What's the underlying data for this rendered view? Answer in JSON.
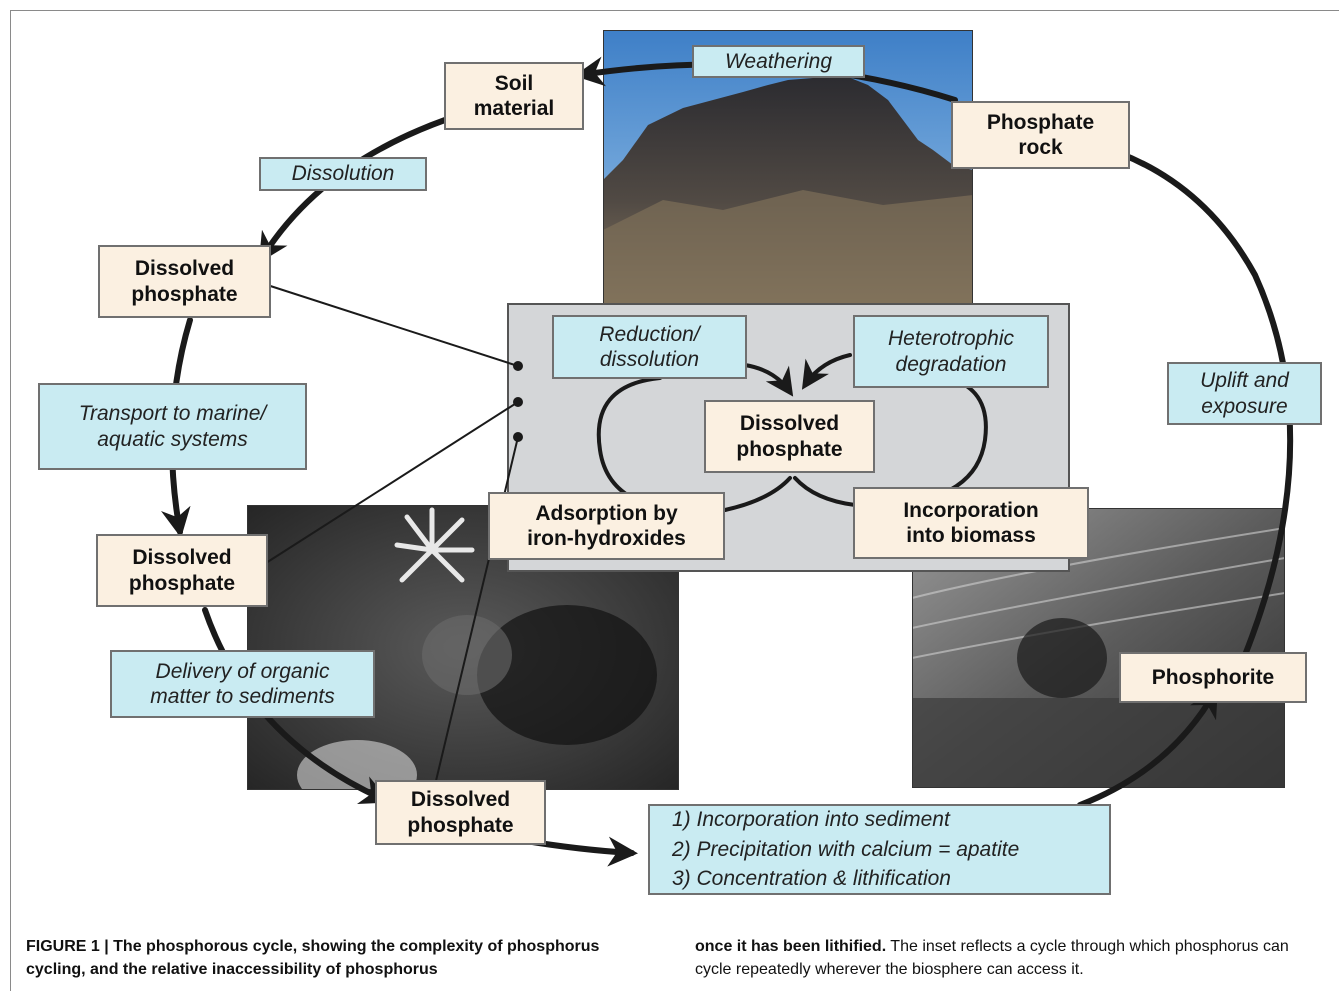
{
  "nodes": {
    "soil_material": "Soil\nmaterial",
    "phosphate_rock": "Phosphate\nrock",
    "dissolved_1": "Dissolved\nphosphate",
    "dissolved_2": "Dissolved\nphosphate",
    "dissolved_3": "Dissolved\nphosphate",
    "dissolved_center": "Dissolved\nphosphate",
    "adsorption": "Adsorption by\niron-hydroxides",
    "incorporation_biomass": "Incorporation\ninto biomass",
    "phosphorite": "Phosphorite"
  },
  "processes": {
    "weathering": "Weathering",
    "dissolution": "Dissolution",
    "transport": "Transport to marine/\naquatic systems",
    "delivery": "Delivery of organic\nmatter to sediments",
    "reduction": "Reduction/\ndissolution",
    "heterotrophic": "Heterotrophic\ndegradation",
    "uplift": "Uplift and\nexposure",
    "sediment_steps": "1) Incorporation into sediment\n2) Precipitation with calcium = apatite\n3) Concentration & lithification"
  },
  "caption": {
    "left_bold": "FIGURE 1 | The phosphorous cycle, showing the complexity of phosphorus cycling, and the relative inaccessibility of phosphorus",
    "right_bold": "once it has been lithified.",
    "right_text": " The inset reflects a cycle through which phosphorus can cycle repeatedly wherever the biosphere can access it."
  },
  "colors": {
    "node_fill": "#fbf0e1",
    "process_fill": "#c9ebf2",
    "inset_fill": "#d4d6d8"
  },
  "photos": [
    "mountain-photo",
    "seafloor-photo",
    "phosphorite-outcrop-photo"
  ]
}
